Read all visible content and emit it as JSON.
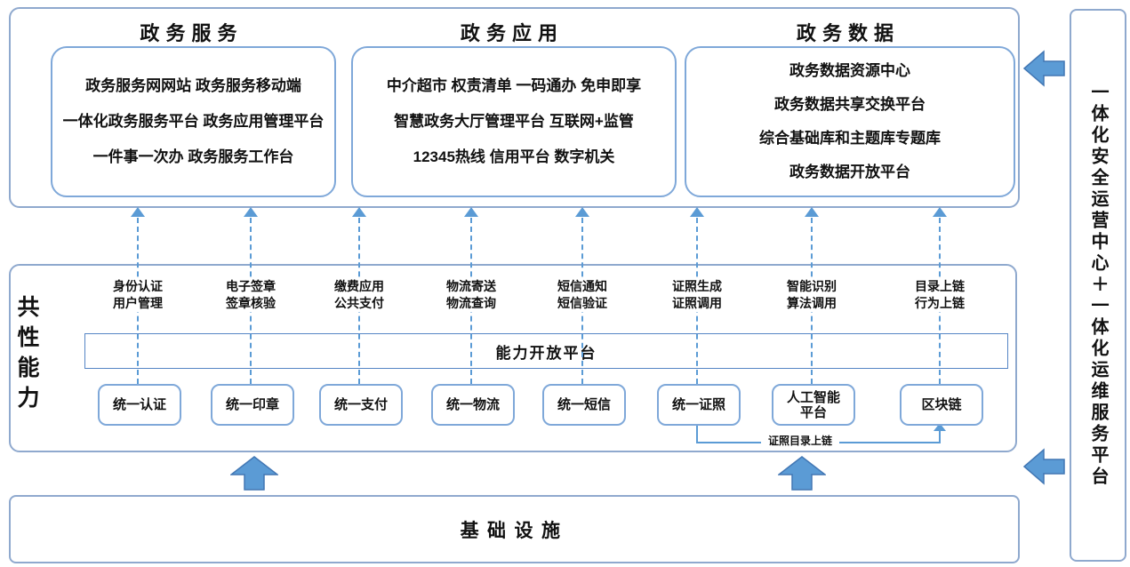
{
  "top": {
    "panels": [
      {
        "title": "政务服务",
        "lines": [
          "政务服务网网站 政务服务移动端",
          "一体化政务服务平台 政务应用管理平台",
          "一件事一次办 政务服务工作台"
        ]
      },
      {
        "title": "政务应用",
        "lines": [
          "中介超市 权责清单 一码通办 免申即享",
          "智慧政务大厅管理平台 互联网+监管",
          "12345热线 信用平台 数字机关"
        ]
      },
      {
        "title": "政务数据",
        "lines": [
          "政务数据资源中心",
          "政务数据共享交换平台",
          "综合基础库和主题库专题库",
          "政务数据开放平台"
        ]
      }
    ]
  },
  "capabilities": {
    "side_label": "共性能力",
    "open_platform": "能力开放平台",
    "columns": [
      {
        "label1": "身份认证",
        "label2": "用户管理",
        "box": "统一认证"
      },
      {
        "label1": "电子签章",
        "label2": "签章核验",
        "box": "统一印章"
      },
      {
        "label1": "缴费应用",
        "label2": "公共支付",
        "box": "统一支付"
      },
      {
        "label1": "物流寄送",
        "label2": "物流查询",
        "box": "统一物流"
      },
      {
        "label1": "短信通知",
        "label2": "短信验证",
        "box": "统一短信"
      },
      {
        "label1": "证照生成",
        "label2": "证照调用",
        "box": "统一证照"
      },
      {
        "label1": "智能识别",
        "label2": "算法调用",
        "box": "人工智能\n平台"
      },
      {
        "label1": "目录上链",
        "label2": "行为上链",
        "box": "区块链"
      }
    ],
    "chain_link_label": "证照目录上链"
  },
  "infrastructure": {
    "title": "基础设施"
  },
  "sidebar": {
    "label": "一体化安全运营中心＋一体化运维服务平台"
  },
  "colors": {
    "container_border": "#8fa9ce",
    "box_border": "#7fa8d9",
    "connector_blue": "#5b9bd5",
    "arrow_fill": "#5b9bd5",
    "arrow_stroke": "#4277b4",
    "text": "#111111"
  }
}
